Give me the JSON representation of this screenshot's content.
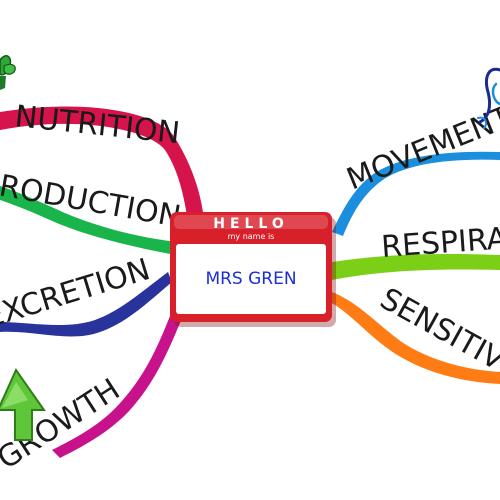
{
  "name_tag": {
    "header": "HELLO",
    "subheader": "my name is",
    "name": "MRS GREN",
    "tag_color": "#d8202a",
    "name_color": "#1a2fd8"
  },
  "branches": [
    {
      "id": "nutrition",
      "label": "NUTRITION",
      "color": "#d6134a"
    },
    {
      "id": "reproduction",
      "label": "PRODUCTION",
      "color": "#1ab54a"
    },
    {
      "id": "excretion",
      "label": "EXCRETION",
      "color": "#28339c"
    },
    {
      "id": "growth",
      "label": "GROWTH",
      "color": "#c7128c"
    },
    {
      "id": "movement",
      "label": "MOVEMENT",
      "color": "#1b8fde"
    },
    {
      "id": "respiration",
      "label": "RESPIRATI",
      "color": "#7ccf17"
    },
    {
      "id": "sensitivity",
      "label": "SENSITIVITY",
      "color": "#ff7b13"
    }
  ],
  "icons": {
    "nutrition": "plant-icon",
    "growth": "up-arrow-icon",
    "movement": "swirl-icon"
  }
}
